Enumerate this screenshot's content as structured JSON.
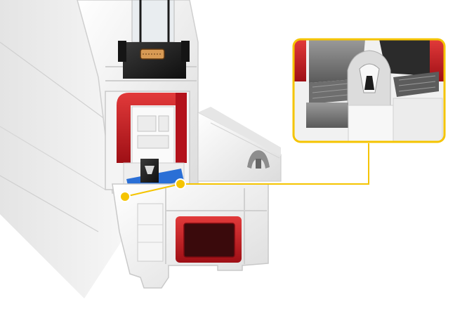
{
  "scene": {
    "subject": "pvc-window-profile-cross-section",
    "callout_accent": "#f5c400",
    "reinforcement_color": "#c8141e",
    "seal_color": "#2a6fd6",
    "profile_color": "#f2f2f2",
    "glass_frame_color": "#1b1b1b"
  },
  "icons": {
    "callout_marker": "dot",
    "zoom_detail": "magnified-gasket"
  }
}
